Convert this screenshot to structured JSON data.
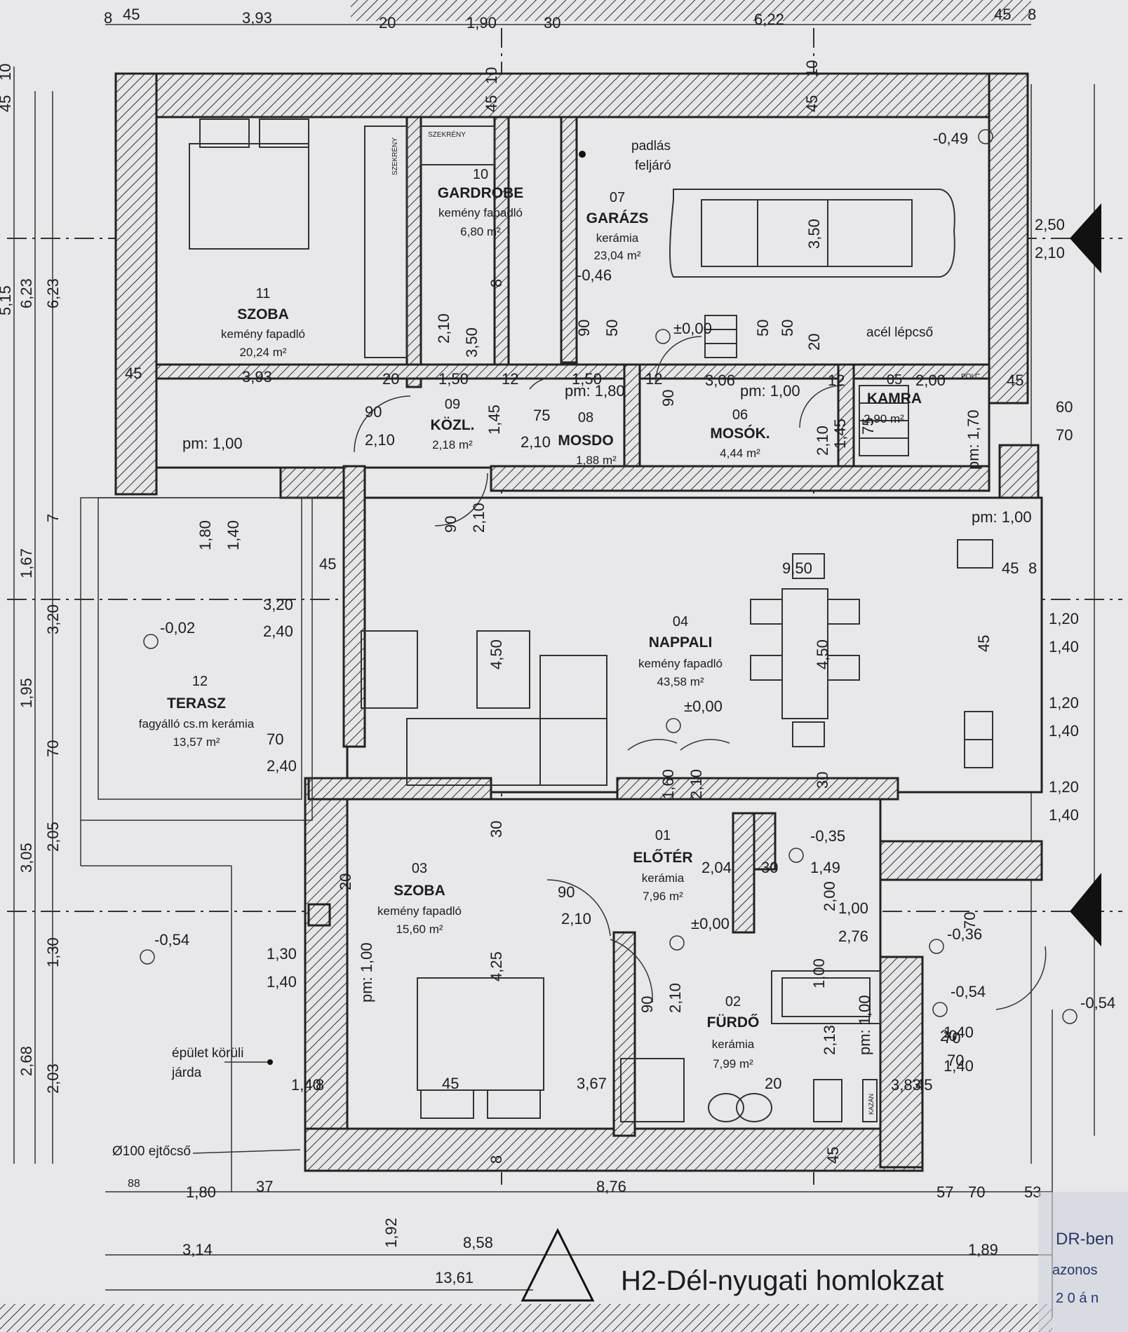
{
  "drawing": {
    "title": "H2-Dél-nyugati homlokzat",
    "stamp": [
      "DR-ben",
      "azonos",
      "2 0 á n"
    ]
  },
  "rooms": [
    {
      "num": "11",
      "name": "SZOBA",
      "floor": "kemény fapadló",
      "area": "20,24 m²"
    },
    {
      "num": "10",
      "name": "GARDROBE",
      "floor": "kemény fapadló",
      "area": "6,80 m²"
    },
    {
      "num": "07",
      "name": "GARÁZS",
      "floor": "kerámia",
      "area": "23,04 m²"
    },
    {
      "num": "09",
      "name": "KÖZL.",
      "area": "2,18 m²"
    },
    {
      "num": "08",
      "name": "MOSDO",
      "area": "1,88 m²"
    },
    {
      "num": "06",
      "name": "MOSÓK.",
      "area": "4,44 m²"
    },
    {
      "num": "05",
      "name": "KAMRA",
      "area": "2,90 m²"
    },
    {
      "num": "04",
      "name": "NAPPALI",
      "floor": "kemény fapadló",
      "area": "43,58 m²"
    },
    {
      "num": "12",
      "name": "TERASZ",
      "floor": "fagyálló cs.m kerámia",
      "area": "13,57 m²"
    },
    {
      "num": "03",
      "name": "SZOBA",
      "floor": "kemény fapadló",
      "area": "15,60 m²"
    },
    {
      "num": "01",
      "name": "ELŐTÉR",
      "floor": "kerámia",
      "area": "7,96 m²"
    },
    {
      "num": "02",
      "name": "FÜRDŐ",
      "floor": "kerámia",
      "area": "7,99 m²"
    }
  ],
  "notes": {
    "attic": [
      "padlás",
      "feljáró"
    ],
    "stair": "acél lépcső",
    "pavement": [
      "épület körüli",
      "járda"
    ],
    "downpipe": "Ø100 ejtőcső",
    "wardrobe": "SZEKRÉNY",
    "shelf": "POLC",
    "boiler": "KAZÁN"
  },
  "levels": {
    "zero": "±0,00",
    "minus049": "-0,49",
    "minus046": "-0,46",
    "minus002": "-0,02",
    "minus054": "-0,54",
    "minus035": "-0,35",
    "minus036": "-0,36"
  },
  "dims_top": [
    "8",
    "45",
    "3,93",
    "20",
    "1,90",
    "30",
    "6,22",
    "45",
    "8",
    "10",
    "45",
    "10",
    "45"
  ],
  "dims_bottom": [
    "88",
    "1,80",
    "37",
    "8,76",
    "57",
    "70",
    "53",
    "1,92",
    "3,14",
    "8,58",
    "1,89",
    "13,61"
  ],
  "dims_left": [
    "45",
    "10",
    "6,23",
    "6,23",
    "5,15",
    "7",
    "1,67",
    "3,20",
    "1,95",
    "70",
    "3,05",
    "2,05",
    "1,30",
    "2,68",
    "2,03"
  ],
  "dims_right": [
    "2,50",
    "2,10",
    "60",
    "70",
    "45",
    "8",
    "1,20",
    "1,40",
    "1,20",
    "1,40",
    "1,20",
    "1,40",
    "70",
    "1,40"
  ],
  "dims_inner": [
    "45",
    "3,93",
    "20",
    "1,50",
    "12",
    "1,50",
    "12",
    "3,06",
    "12",
    "2,00",
    "45",
    "90",
    "2,10",
    "1,45",
    "75",
    "2,10",
    "90",
    "2,10",
    "1,45",
    "75",
    "90",
    "2,10",
    "pm: 1,00",
    "pm: 1,80",
    "pm: 1,00",
    "pm: 1,70",
    "1,80",
    "1,40",
    "45",
    "9,50",
    "3,20",
    "2,40",
    "4,50",
    "4,50",
    "70",
    "2,40",
    "1,60",
    "2,10",
    "30",
    "30",
    "2,04",
    "30",
    "1,49",
    "90",
    "2,10",
    "2,00",
    "1,00",
    "2,76",
    "70",
    "1,30",
    "1,40",
    "pm: 1,00",
    "4,25",
    "90",
    "2,10",
    "2,13",
    "pm: 1,00",
    "1,40",
    "70",
    "1,40",
    "8",
    "45",
    "3,67",
    "20",
    "3,83",
    "45",
    "8",
    "45",
    "8",
    "3,50",
    "3,50",
    "2,10",
    "90",
    "50",
    "50",
    "50",
    "20",
    "20",
    "20",
    "1,00",
    "pm: 1,00",
    "45",
    "1,00"
  ]
}
